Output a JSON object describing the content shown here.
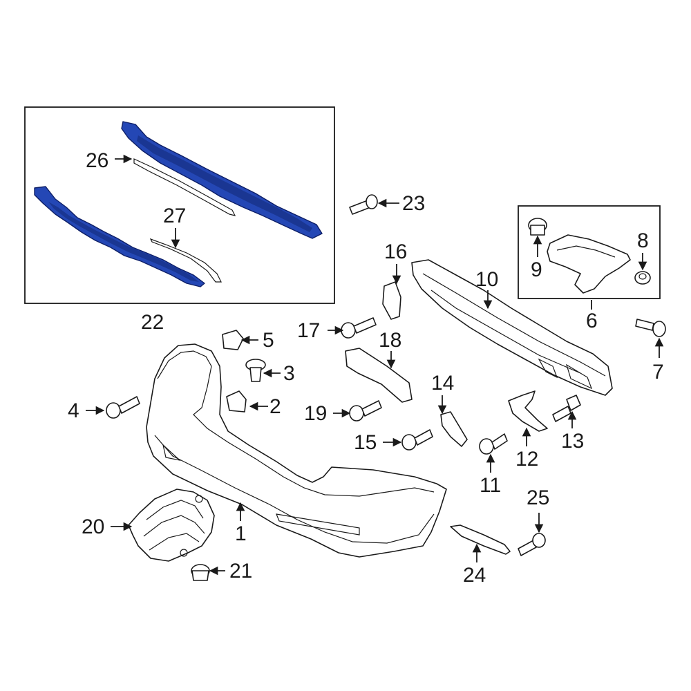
{
  "diagram": {
    "callouts": {
      "c1": "1",
      "c2": "2",
      "c3": "3",
      "c4": "4",
      "c5": "5",
      "c6": "6",
      "c7": "7",
      "c8": "8",
      "c9": "9",
      "c10": "10",
      "c11": "11",
      "c12": "12",
      "c13": "13",
      "c14": "14",
      "c15": "15",
      "c16": "16",
      "c17": "17",
      "c18": "18",
      "c19": "19",
      "c20": "20",
      "c21": "21",
      "c22": "22",
      "c23": "23",
      "c24": "24",
      "c25": "25",
      "c26": "26",
      "c27": "27"
    },
    "highlight_color": "#2447b5",
    "line_color": "#1a1a1a"
  }
}
